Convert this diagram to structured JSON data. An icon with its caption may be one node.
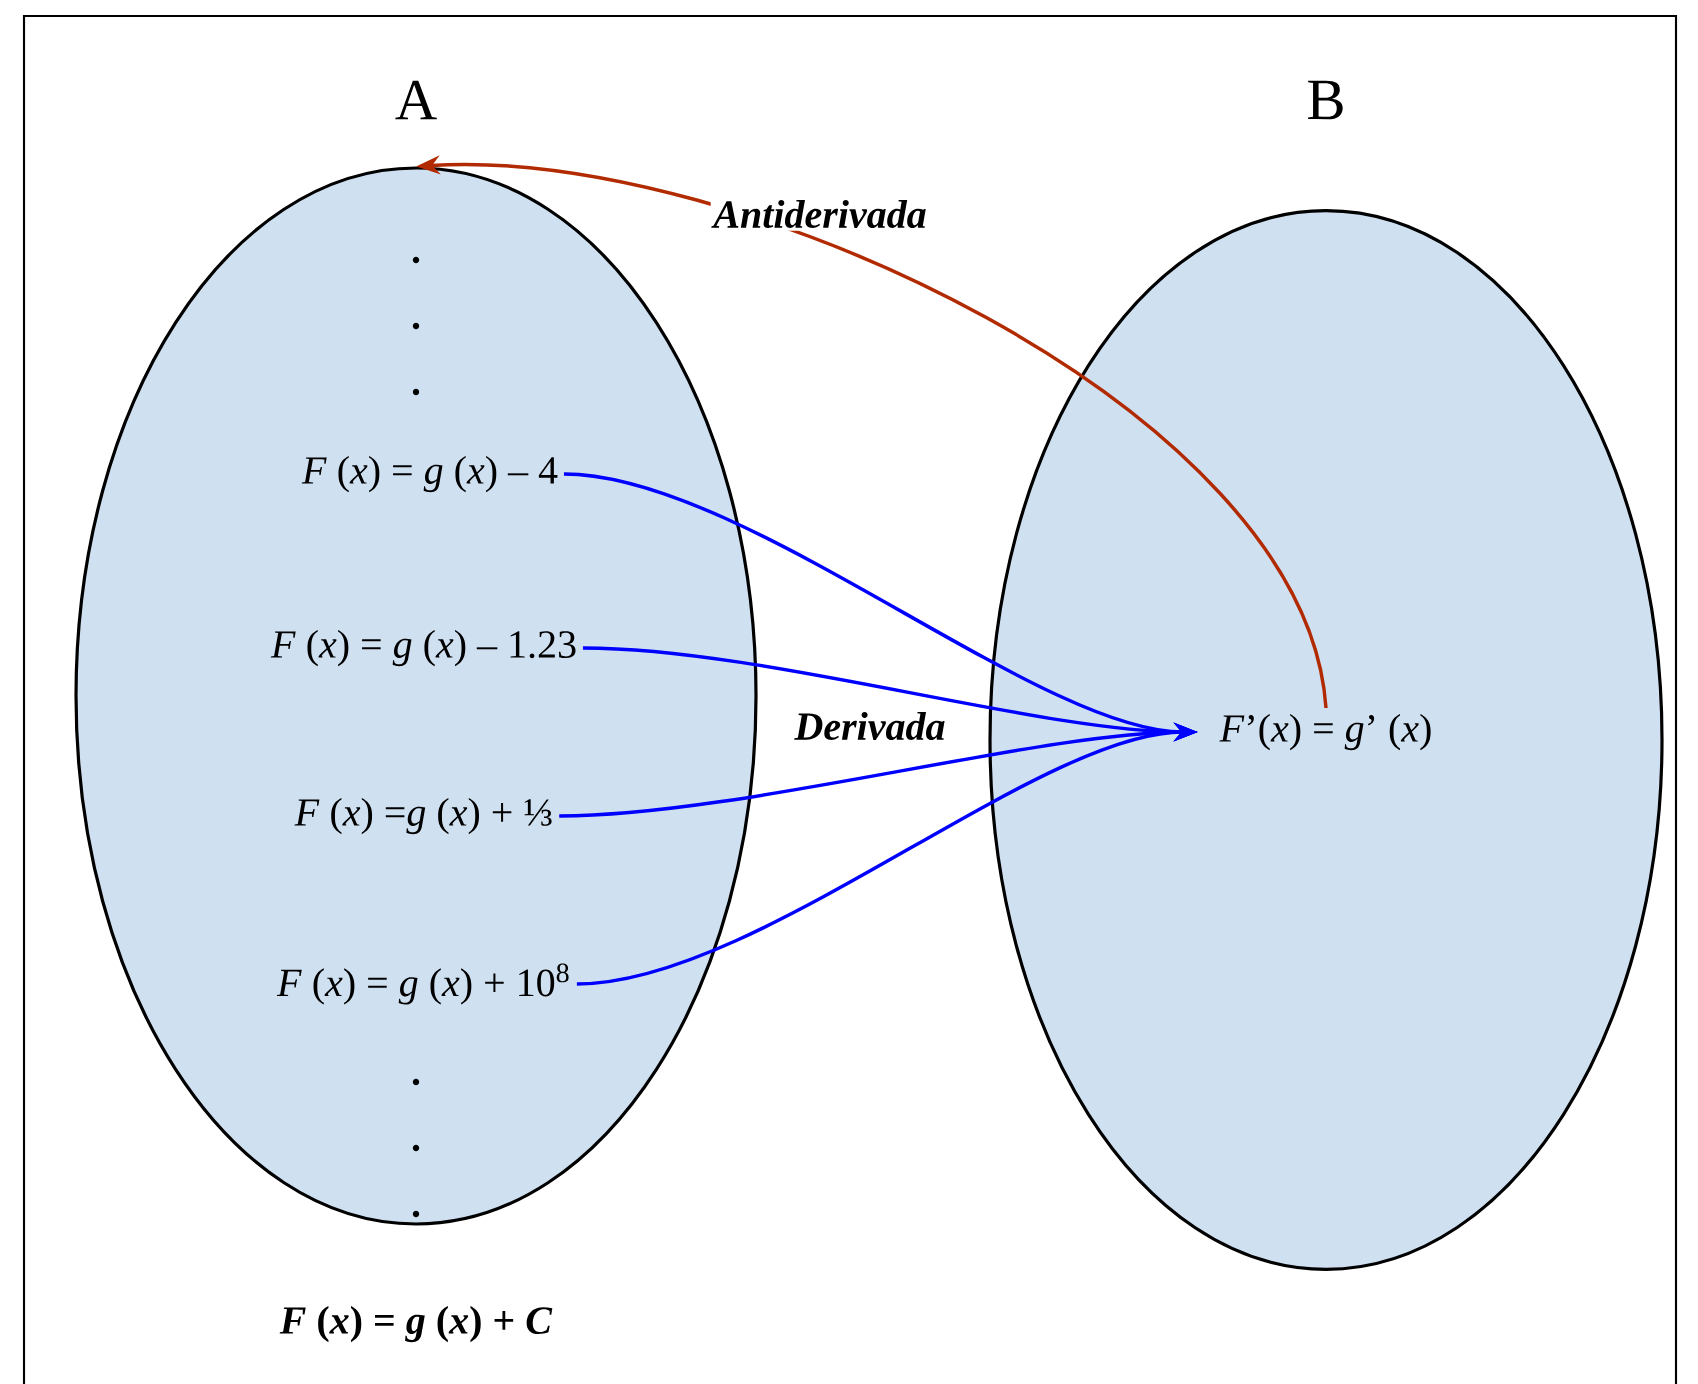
{
  "diagram": {
    "nodes": [
      {
        "text": [
          "A"
        ],
        "beside": [
          "*F* (*x*) = *g* (*x*) + *C*"
        ]
      },
      {
        "text": [
          "B"
        ]
      },
      {
        "text": [
          "*F* (*x*) = *g* (*x*) – 4"
        ],
        "in": 0
      },
      {
        "text": [
          "*F* (*x*) = *g* (*x*) – 1.23"
        ],
        "in": 0
      },
      {
        "text": [
          "*F* (*x*) =*g* (*x*) + ⅓"
        ],
        "in": 0
      },
      {
        "text": [
          "*F* (*x*) = *g* (*x*) + 10$^{8}$"
        ],
        "in": 0
      },
      {
        "text": [
          "*F*’(*x*) = *g*’ (*x*)"
        ],
        "in": 1
      }
    ],
    "edges": [
      {
        "from": 2,
        "to": 6,
        "arrow": "to"
      },
      {
        "from": 3,
        "to": 6,
        "arrow": "to",
        "label": "Derivada"
      },
      {
        "from": 4,
        "to": 6,
        "arrow": "to"
      },
      {
        "from": 5,
        "to": 6,
        "arrow": "to"
      },
      {
        "from": 6,
        "to": 0,
        "arrow": "to",
        "label": "Antiderivada",
        "color": "#b22a00"
      }
    ]
  }
}
